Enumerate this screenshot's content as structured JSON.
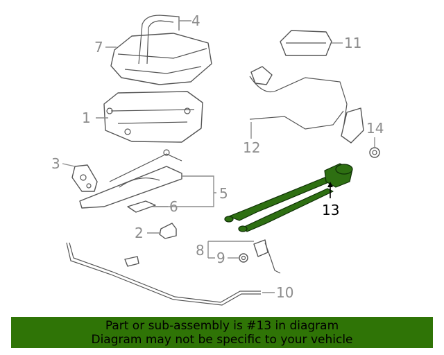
{
  "callouts": {
    "c1": "1",
    "c2": "2",
    "c3": "3",
    "c4": "4",
    "c5": "5",
    "c6": "6",
    "c7": "7",
    "c8": "8",
    "c9": "9",
    "c10": "10",
    "c11": "11",
    "c12": "12",
    "c13": "13",
    "c14": "14"
  },
  "highlighted_part": "13",
  "colors": {
    "highlight": "#2e6f12",
    "banner": "#2f7406",
    "callout": "#8c8c8c"
  },
  "banner": {
    "line1": "Part or sub-assembly is #13 in diagram",
    "line2": "Diagram may not be specific to your vehicle"
  }
}
